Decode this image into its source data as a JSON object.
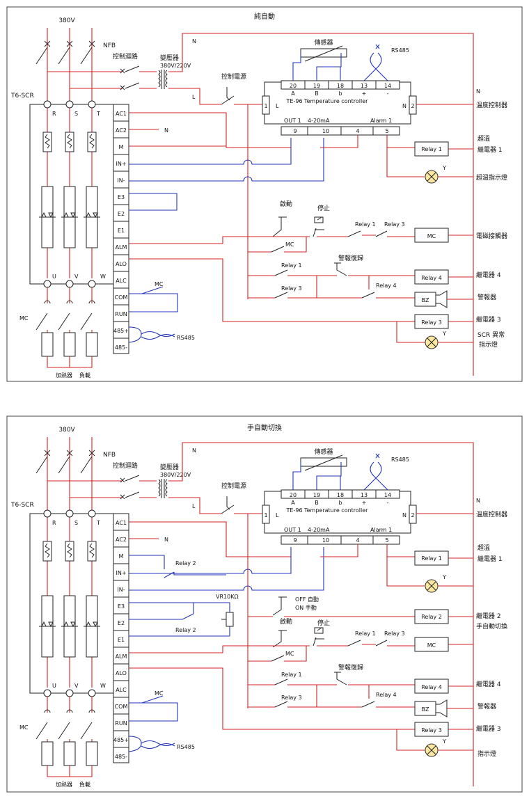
{
  "diagrams": [
    {
      "title": "純自動",
      "supply": "380V",
      "nfb": "NFB",
      "scr_model": "T6-SCR",
      "control_circuit": "控制迴路",
      "transformer": "變壓器",
      "transformer_rating": "380V/220V",
      "control_power": "控制電源",
      "line_l": "L",
      "line_n": "N",
      "scr_inputs": [
        "R",
        "S",
        "T"
      ],
      "scr_outputs": [
        "U",
        "V",
        "W"
      ],
      "terminals": [
        "AC1",
        "AC2",
        "M",
        "IN+",
        "IN-",
        "E3",
        "E2",
        "E1",
        "ALM",
        "ALO",
        "ALC",
        "COM",
        "RUN",
        "485+",
        "485-"
      ],
      "mc": "MC",
      "rs485": "RS485",
      "load_heater": "加熱器",
      "load_label": "負載",
      "sensor": "傳感器",
      "controller_name": "TE-96 Temperature controller",
      "controller_top_terminals": [
        "20",
        "19",
        "18",
        "13",
        "14"
      ],
      "controller_top_subs": [
        "A",
        "B",
        "b",
        "+",
        "-"
      ],
      "controller_side_left": "1",
      "controller_side_left_l": "L",
      "controller_side_right": "2",
      "controller_side_right_n": "N",
      "controller_out1": "OUT 1",
      "controller_4_20": "4-20mA",
      "controller_alarm1": "Alarm 1",
      "controller_bottom_terminals": [
        "9",
        "10",
        "4",
        "5"
      ],
      "start": "啟動",
      "stop": "停止",
      "alarm_reset": "警報復歸",
      "relay1": "Relay  1",
      "relay3": "Relay  3",
      "relay4": "Relay  4",
      "relay1_contact": "Relay  1",
      "relay3_contact": "Relay  3",
      "relay1_b": "Relay  1",
      "relay3_b": "Relay  3",
      "relay4_contact": "Relay  4",
      "bz": "BZ",
      "mc_coil": "MC",
      "lamp_y": "Y",
      "right_labels": {
        "n": "N",
        "temp_controller": "溫度控制器",
        "over_temp": "超溫",
        "relay_1": "繼電器 1",
        "over_temp_lamp": "超溫指示燈",
        "contactor": "電磁接觸器",
        "relay_4": "繼電器 4",
        "alarm": "警報器",
        "relay_3": "繼電器 3",
        "scr_abnormal": "SCR 異常",
        "indicator": "指示燈"
      }
    },
    {
      "title": "手自動切換",
      "supply": "380V",
      "nfb": "NFB",
      "scr_model": "T6-SCR",
      "control_circuit": "控制迴路",
      "transformer": "變壓器",
      "transformer_rating": "380V/220V",
      "control_power": "控制電源",
      "line_l": "L",
      "line_n": "N",
      "scr_inputs": [
        "R",
        "S",
        "T"
      ],
      "scr_outputs": [
        "U",
        "V",
        "W"
      ],
      "terminals": [
        "AC1",
        "AC2",
        "M",
        "IN+",
        "IN-",
        "E3",
        "E2",
        "E1",
        "ALM",
        "ALO",
        "ALC",
        "COM",
        "RUN",
        "485+",
        "485-"
      ],
      "mc": "MC",
      "rs485": "RS485",
      "load_heater": "加熱器",
      "load_label": "負載",
      "sensor": "傳感器",
      "controller_name": "TE-96 Temperature controller",
      "controller_top_terminals": [
        "20",
        "19",
        "18",
        "13",
        "14"
      ],
      "controller_top_subs": [
        "A",
        "B",
        "b",
        "+",
        "-"
      ],
      "controller_side_left": "1",
      "controller_side_left_l": "L",
      "controller_side_right": "2",
      "controller_side_right_n": "N",
      "controller_out1": "OUT 1",
      "controller_4_20": "4-20mA",
      "controller_alarm1": "Alarm 1",
      "controller_bottom_terminals": [
        "9",
        "10",
        "4",
        "5"
      ],
      "relay2_contact_m": "Relay  2",
      "relay2_contact_e": "Relay  2",
      "vr": "VR10KΩ",
      "switch_off": "OFF 自動",
      "switch_on": "ON  手動",
      "start": "啟動",
      "stop": "停止",
      "alarm_reset": "警報復歸",
      "relay1": "Relay  1",
      "relay2": "Relay  2",
      "relay3": "Relay  3",
      "relay4": "Relay  4",
      "relay1_contact": "Relay  1",
      "relay3_contact": "Relay  3",
      "relay1_b": "Relay  1",
      "relay3_b": "Relay  3",
      "relay4_contact": "Relay  4",
      "bz": "BZ",
      "mc_coil": "MC",
      "lamp_y": "Y",
      "right_labels": {
        "n": "N",
        "temp_controller": "溫度控制器",
        "over_temp": "超溫",
        "relay_1": "繼電器 1",
        "relay_2": "繼電器 2",
        "manual_auto": "手自動切換",
        "relay_4": "繼電器 4",
        "alarm": "警報器",
        "relay_3": "繼電器 3",
        "indicator": "指示燈"
      }
    }
  ]
}
